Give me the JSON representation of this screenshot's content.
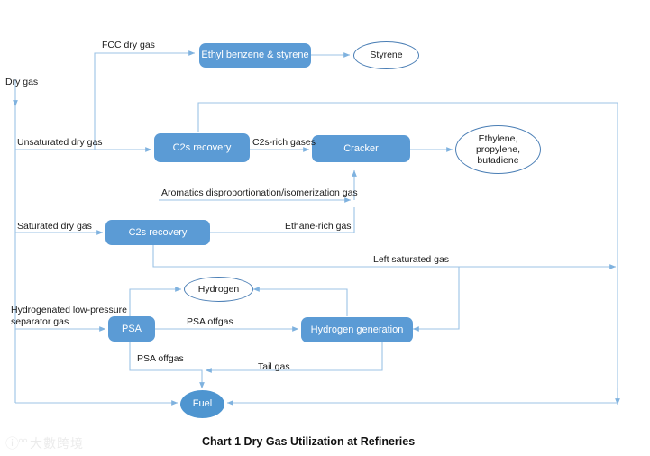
{
  "diagram": {
    "caption": "Chart 1 Dry Gas Utilization at Refineries",
    "colors": {
      "node_fill": "#5b9bd5",
      "ellipse_fill": "#4e95d0",
      "line": "#7fb2df",
      "text_dark": "#1a1a1a",
      "text_light": "#ffffff"
    },
    "nodes": [
      {
        "id": "ethyl-benzene-styrene",
        "label": "Ethyl benzene & styrene",
        "shape": "box"
      },
      {
        "id": "styrene",
        "label": "Styrene",
        "shape": "ellipse-open"
      },
      {
        "id": "c2s-recovery-unsaturated",
        "label": "C2s recovery",
        "shape": "box"
      },
      {
        "id": "cracker",
        "label": "Cracker",
        "shape": "box"
      },
      {
        "id": "ethylene-propylene-butadiene",
        "label": "Ethylene,\npropylene,\nbutadiene",
        "shape": "ellipse-open"
      },
      {
        "id": "c2s-recovery-saturated",
        "label": "C2s recovery",
        "shape": "box"
      },
      {
        "id": "psa",
        "label": "PSA",
        "shape": "box"
      },
      {
        "id": "hydrogen",
        "label": "Hydrogen",
        "shape": "ellipse-open"
      },
      {
        "id": "hydrogen-generation",
        "label": "Hydrogen generation",
        "shape": "box"
      },
      {
        "id": "fuel",
        "label": "Fuel",
        "shape": "ellipse-fill"
      }
    ],
    "edge_labels": [
      {
        "id": "dry-gas",
        "text": "Dry gas"
      },
      {
        "id": "fcc-dry-gas",
        "text": "FCC dry gas"
      },
      {
        "id": "unsaturated-dry-gas",
        "text": "Unsaturated dry gas"
      },
      {
        "id": "c2s-rich-gases",
        "text": "C2s-rich gases"
      },
      {
        "id": "aromatics-gas",
        "text": "Aromatics disproportionation/isomerization gas"
      },
      {
        "id": "saturated-dry-gas",
        "text": "Saturated dry gas"
      },
      {
        "id": "ethane-rich-gas",
        "text": "Ethane-rich gas"
      },
      {
        "id": "left-saturated-gas",
        "text": "Left saturated gas"
      },
      {
        "id": "hydrogenated-separator-gas",
        "text": "Hydrogenated low-pressure\nseparator gas"
      },
      {
        "id": "psa-offgas-top",
        "text": "PSA offgas"
      },
      {
        "id": "psa-offgas-bottom",
        "text": "PSA offgas"
      },
      {
        "id": "tail-gas",
        "text": "Tail gas"
      }
    ]
  },
  "watermark": {
    "mark": "ⓘ°°",
    "text": "大數跨境"
  }
}
